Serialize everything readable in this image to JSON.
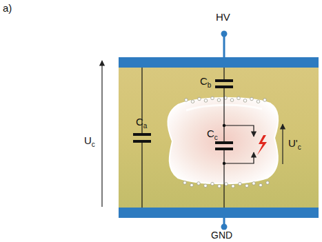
{
  "diagram": {
    "labels": [
      "a)",
      "HV",
      "Cb",
      "Ca",
      "Cc",
      "Uc",
      "U'c",
      "GND"
    ]
  }
}
